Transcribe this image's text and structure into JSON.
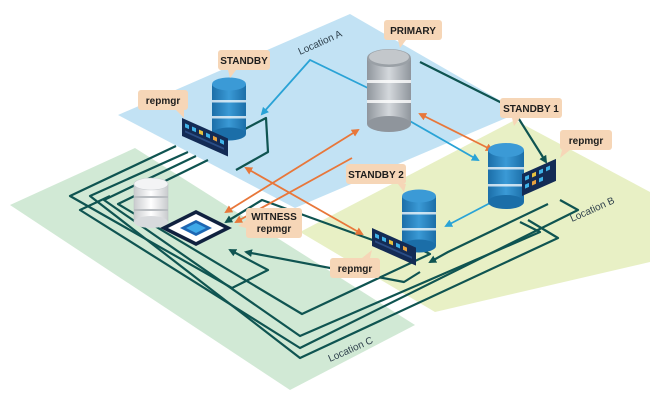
{
  "locations": {
    "a": "Location A",
    "b": "Location B",
    "c": "Location C"
  },
  "nodes": {
    "primary": "PRIMARY",
    "standby": "STANDBY",
    "standby1": "STANDBY 1",
    "standby2": "STANDBY 2"
  },
  "agents": {
    "repmgr_standby": "repmgr",
    "repmgr_standby1": "repmgr",
    "repmgr_standby2": "repmgr",
    "witness_line1": "WITNESS",
    "witness_line2": "repmgr"
  },
  "colors": {
    "location_a": "#bfe0f3",
    "location_b": "#e7efc2",
    "location_c": "#cfe8d3",
    "db_blue": "#2a88c6",
    "db_gray": "#b7bcc2",
    "wire_dark": "#0f5451",
    "arrow_blue": "#2aa3d6",
    "arrow_orange": "#e8773a",
    "callout": "#f6d6b7"
  },
  "icons": {
    "primary_db": "database-cylinder-icon",
    "standby_db": "database-cylinder-icon",
    "agent": "server-rack-icon",
    "witness": "cpu-chip-icon"
  }
}
